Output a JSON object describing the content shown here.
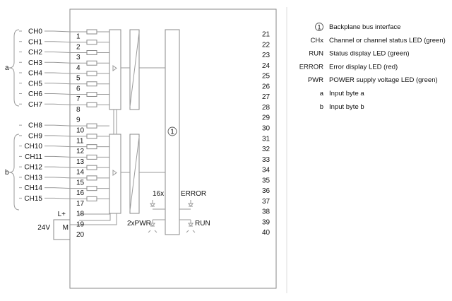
{
  "channels": [
    "CH0",
    "CH1",
    "CH2",
    "CH3",
    "CH4",
    "CH5",
    "CH6",
    "CH7",
    "CH8",
    "CH9",
    "CH10",
    "CH11",
    "CH12",
    "CH13",
    "CH14",
    "CH15"
  ],
  "left_terminals": [
    "1",
    "2",
    "3",
    "4",
    "5",
    "6",
    "7",
    "8",
    "9",
    "10",
    "11",
    "12",
    "13",
    "14",
    "15",
    "16",
    "17",
    "18",
    "19",
    "20"
  ],
  "right_terminals": [
    "21",
    "22",
    "23",
    "24",
    "25",
    "26",
    "27",
    "28",
    "29",
    "30",
    "31",
    "32",
    "33",
    "34",
    "35",
    "36",
    "37",
    "38",
    "39",
    "40"
  ],
  "group_labels": {
    "a": "a",
    "b": "b"
  },
  "power": {
    "voltage": "24V",
    "plus": "L+",
    "minus": "M"
  },
  "led_labels": {
    "count": "16x",
    "error": "ERROR",
    "pwr": "2xPWR",
    "run": "RUN"
  },
  "bus_marker": "1",
  "legend": [
    {
      "key": "1",
      "desc": "Backplane bus interface",
      "circled": true
    },
    {
      "key": "CHx",
      "desc": "Channel or channel status LED (green)",
      "circled": false
    },
    {
      "key": "RUN",
      "desc": "Status display LED (green)",
      "circled": false
    },
    {
      "key": "ERROR",
      "desc": "Error display LED (red)",
      "circled": false
    },
    {
      "key": "PWR",
      "desc": "POWER supply voltage LED (green)",
      "circled": false
    },
    {
      "key": "a",
      "desc": "Input byte a",
      "circled": false
    },
    {
      "key": "b",
      "desc": "Input byte b",
      "circled": false
    }
  ]
}
